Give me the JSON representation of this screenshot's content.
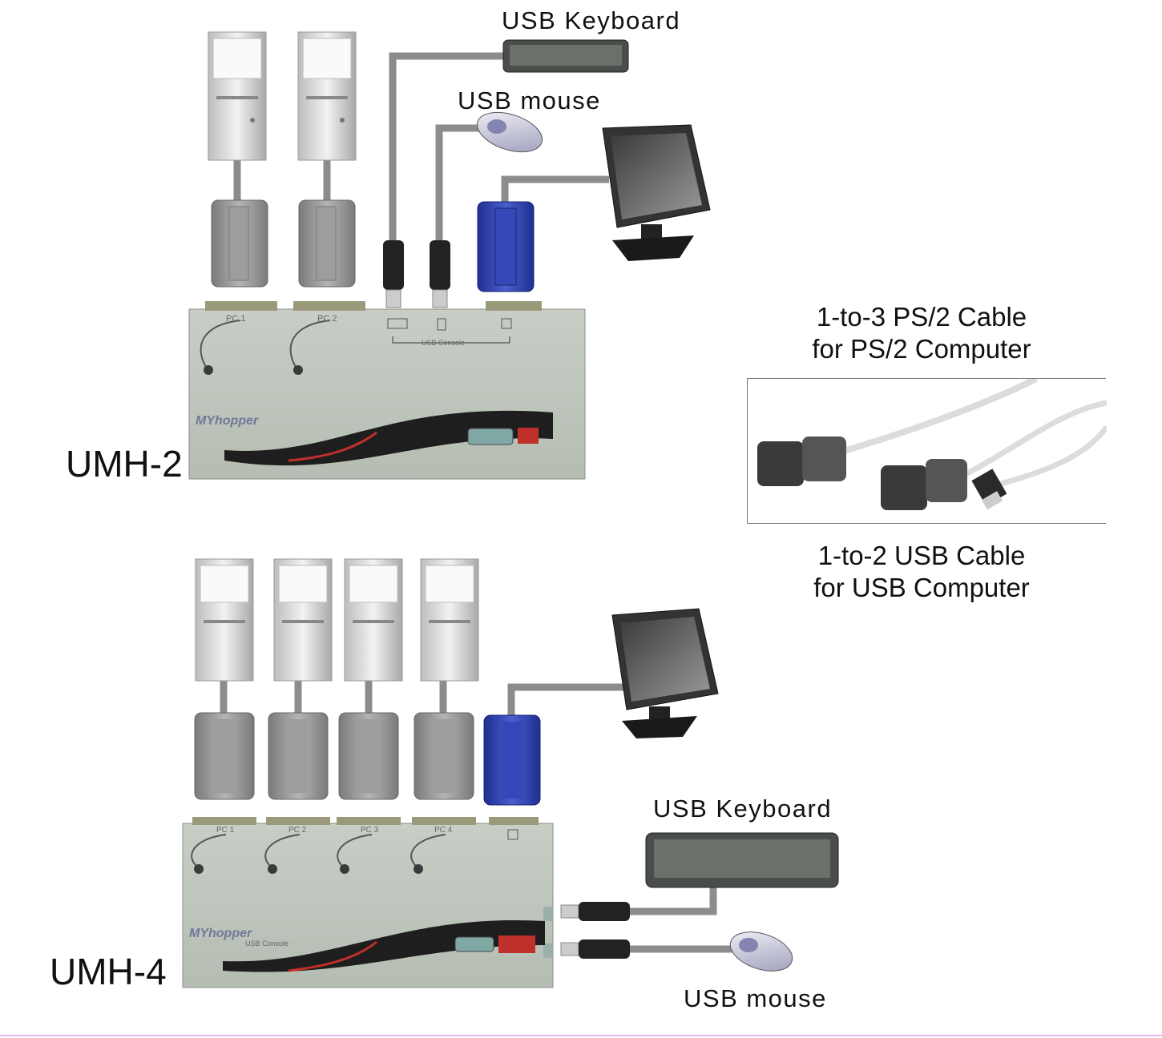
{
  "top": {
    "model_label": "UMH-2",
    "keyboard_label": "USB Keyboard",
    "mouse_label": "USB mouse",
    "pc_port_labels": [
      "PC 1",
      "PC 2"
    ],
    "usb_console_label": "USB Console",
    "brand_text": "MYhopper"
  },
  "bottom": {
    "model_label": "UMH-4",
    "keyboard_label": "USB Keyboard",
    "mouse_label": "USB mouse",
    "pc_port_labels": [
      "PC 1",
      "PC 2",
      "PC 3",
      "PC 4"
    ],
    "usb_console_label": "USB Console",
    "brand_text": "MYhopper"
  },
  "cables": {
    "ps2_line1": "1-to-3 PS/2 Cable",
    "ps2_line2": "for PS/2 Computer",
    "usb_line1": "1-to-2 USB Cable",
    "usb_line2": "for USB Computer"
  },
  "colors": {
    "cable": "#8c8c8c",
    "device": "#c9d0c6",
    "vga_blue": "#2c3fa8",
    "connector_grey": "#8f8f8f"
  }
}
